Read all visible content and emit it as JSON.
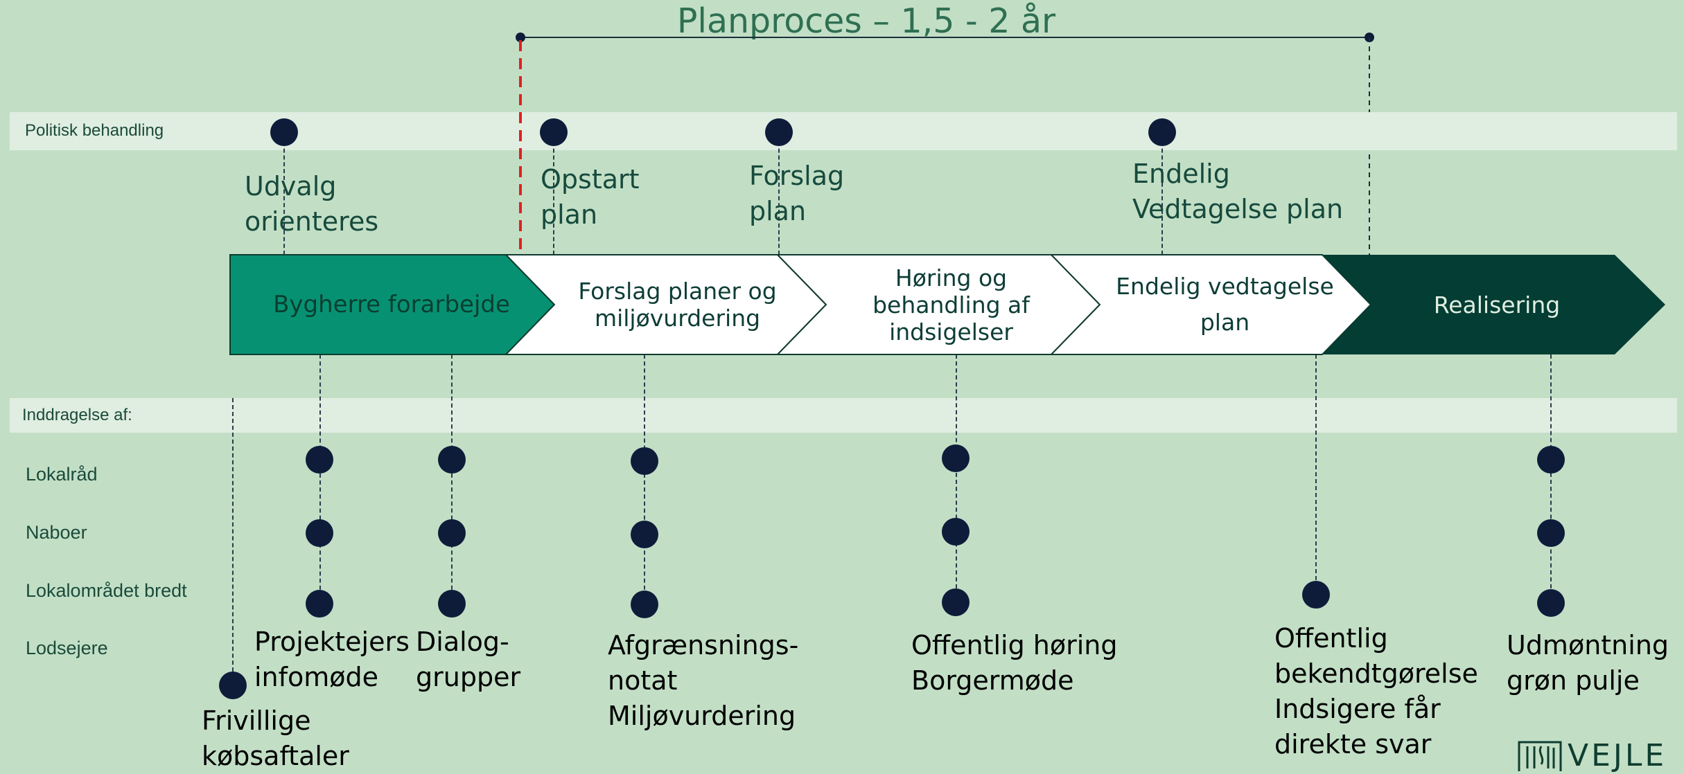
{
  "title": "Planproces – 1,5 - 2 år",
  "bands": {
    "political": "Politisk behandling",
    "involvement": "Inddragelse af:"
  },
  "row_labels": [
    "Lokalråd",
    "Naboer",
    "Lokalområdet bredt",
    "Lodsejere"
  ],
  "stages": [
    "Bygherre forarbejde",
    "Forslag planer og\nmiljøvurdering",
    "Høring og\nbehandling af\nindsigelser",
    "Endelig vedtagelse\nplan",
    "Realisering"
  ],
  "political_events": [
    "Udvalg\norienteres",
    "Opstart\nplan",
    "Forslag\nplan",
    "Endelig\nVedtagelse plan"
  ],
  "involvement_activities": [
    "Frivillige\nkøbsaftaler",
    "Projektejers\ninfomøde",
    "Dialog-\ngrupper",
    "Afgrænsnings-\nnotat\nMiljøvurdering",
    "Offentlig høring\nBorgermøde",
    "Offentlig\nbekendtgørelse\nIndsigere får\ndirekte svar",
    "Udmøntning\ngrøn pulje"
  ],
  "logo_text": "VEJLE",
  "colors": {
    "background": "#c2dfc6",
    "band": "#dfeee1",
    "stage_green": "#069272",
    "stage_dark": "#043d33",
    "stage_white": "#ffffff",
    "dot": "#0e1c3a",
    "marker_red": "#e02020",
    "title": "#2f6f52"
  }
}
